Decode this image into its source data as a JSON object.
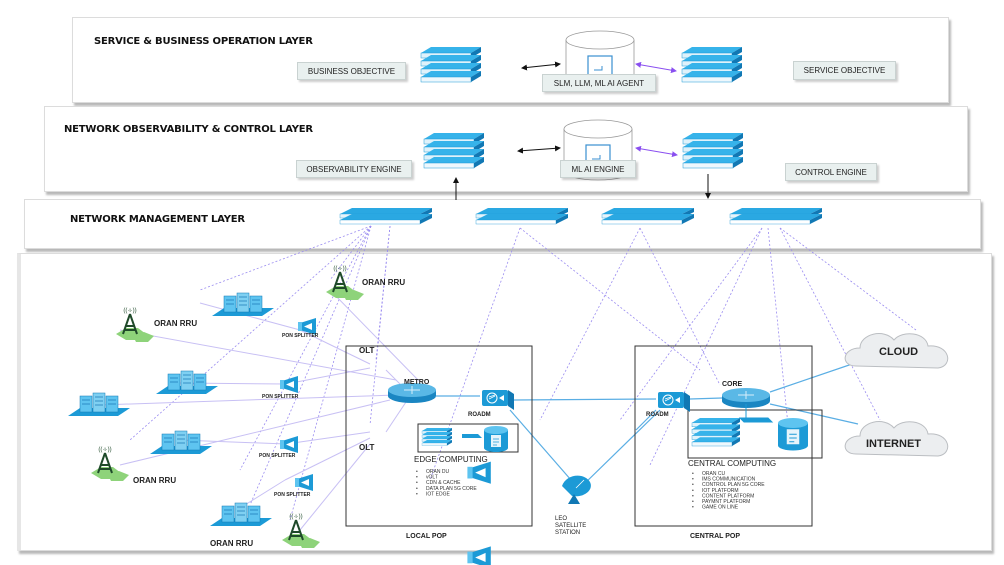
{
  "layers": {
    "service": {
      "title": "SERVICE & BUSINESS OPERATION LAYER",
      "business_objective": "BUSINESS  OBJECTIVE",
      "agent": "SLM, LLM, ML AI AGENT",
      "service_objective": "SERVICE  OBJECTIVE"
    },
    "observability": {
      "title": "NETWORK OBSERVABILITY & CONTROL LAYER",
      "observability_engine": "OBSERVABILITY ENGINE",
      "ml_engine": "ML AI ENGINE",
      "control_engine": "CONTROL ENGINE"
    },
    "management": {
      "title": "NETWORK MANAGEMENT LAYER"
    }
  },
  "access": {
    "oran_rru": "ORAN RRU",
    "pon_splitter": "PON SPLITTER",
    "olt": "OLT",
    "metro": "METRO",
    "roadm": "ROADM"
  },
  "local_pop": {
    "title": "LOCAL POP",
    "edge_title": "EDGE COMPUTING",
    "edge_items": [
      "ORAN DU",
      "vOLT",
      "CDN & CACHE",
      "DATA PLAN 5G CORE",
      "IOT EDGE"
    ]
  },
  "satellite": {
    "line1": "LEO",
    "line2": "SATELLITE",
    "line3": "STATION"
  },
  "central_pop": {
    "title": "CENTRAL POP",
    "core": "CORE",
    "roadm": "ROADM",
    "computing_title": "CENTRAL COMPUTING",
    "computing_items": [
      "ORAN CU",
      "IMS COMMUNICATION",
      "CONTROL PLAN 5G CORE",
      "IOT PLATFORM",
      "CONTENT PLATFORM",
      "PAYMNT PLATFORM",
      "GAME ON LINE"
    ]
  },
  "clouds": {
    "cloud": "CLOUD",
    "internet": "INTERNET"
  },
  "colors": {
    "device_blue": "#1c9ad6",
    "device_light": "#5ec4f0",
    "mgmt_link": "#9a8cf0",
    "access_link": "#c8c0f4",
    "fiber_link": "#5aaee4",
    "purple_arrow": "#8a4ff0",
    "tower_green": "#8ed37a"
  }
}
